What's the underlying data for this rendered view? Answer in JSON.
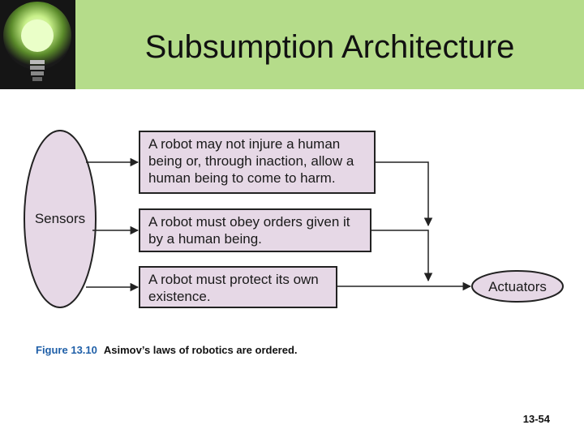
{
  "slide": {
    "title": "Subsumption Architecture",
    "page_number": "13-54"
  },
  "diagram": {
    "sensors_label": "Sensors",
    "actuators_label": "Actuators",
    "laws": [
      {
        "text": "A robot may not injure a human being or, through inaction, allow a human being to come to harm."
      },
      {
        "text": "A robot must obey orders given it by a human being."
      },
      {
        "text": "A robot must protect its own existence."
      }
    ]
  },
  "caption": {
    "figure_label": "Figure 13.10",
    "text": "Asimov’s laws of robotics are ordered."
  },
  "colors": {
    "header_bg": "#b5dc8a",
    "shape_fill": "#e6d8e6",
    "figure_label": "#1f5fa8"
  }
}
